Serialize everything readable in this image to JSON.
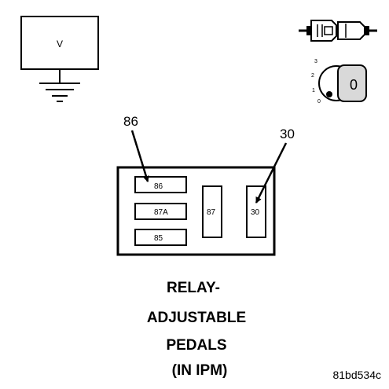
{
  "voltmeter": {
    "symbol": "V"
  },
  "ignition": {
    "positions": [
      "3",
      "2",
      "1",
      "0"
    ],
    "key_label": "0"
  },
  "relay": {
    "terminals": {
      "t86": "86",
      "t87a": "87A",
      "t85": "85",
      "t87": "87",
      "t30": "30"
    },
    "callouts": {
      "left": "86",
      "right": "30"
    }
  },
  "title": {
    "lines": [
      "RELAY-",
      "ADJUSTABLE",
      "PEDALS",
      "(IN IPM)"
    ]
  },
  "figure_ref": "81bd534c",
  "colors": {
    "ink": "#000000",
    "paper": "#ffffff",
    "key_shade": "#d9d9d9"
  }
}
